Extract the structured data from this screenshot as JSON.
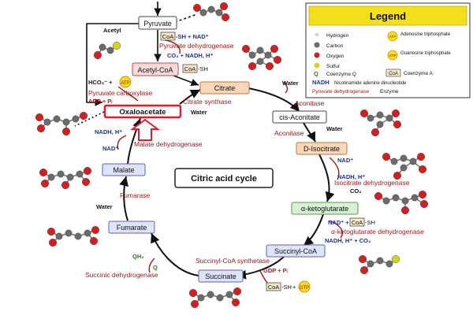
{
  "title": "Citric acid cycle",
  "legend": {
    "title": "Legend",
    "items": [
      {
        "key": "hydrogen",
        "label": "Hydrogen"
      },
      {
        "key": "carbon",
        "label": "Carbon"
      },
      {
        "key": "oxygen",
        "label": "Oxygen"
      },
      {
        "key": "sulfur",
        "label": "Sulfur"
      },
      {
        "key": "q",
        "symbol": "Q",
        "label": "Coenzyme Q"
      },
      {
        "key": "nadh",
        "symbol": "NADH",
        "label": "Nicotinamide adenine dinucleotide"
      },
      {
        "key": "enzyme",
        "symbol": "Pyruvate dehydrogenase",
        "label": "Enzyme"
      },
      {
        "key": "atp",
        "symbol": "ATP",
        "label": "Adenosine triphosphate"
      },
      {
        "key": "gtp",
        "symbol": "GTP",
        "label": "Guanosine triphosphate"
      },
      {
        "key": "coa",
        "symbol": "CoA",
        "label": "Coenzyme A"
      }
    ]
  },
  "metabolites": {
    "pyruvate": "Pyruvate",
    "acetyl_coa": "Acetyl-CoA",
    "citrate": "Citrate",
    "cis_aconitate": "cis-Aconitate",
    "d_isocitrate": "D-Isocitrate",
    "alpha_ketoglutarate": "α-ketoglutarate",
    "succinyl_coa": "Succinyl-CoA",
    "succinate": "Succinate",
    "fumarate": "Fumarate",
    "malate": "Malate",
    "oxaloacetate": "Oxaloacetate"
  },
  "enzymes": {
    "pyruvate_dehydrogenase": "Pyruvate dehydrogenase",
    "pyruvate_carboxylase": "Pyruvate carboxylase",
    "citrate_synthase": "Citrate synthase",
    "aconitase_1": "Aconitase",
    "aconitase_2": "Aconitase",
    "isocitrate_dehydrogenase": "Isocitrate dehydrogenase",
    "akg_dehydrogenase": "α-ketoglutarate dehydrogenase",
    "succinyl_coa_synthetase": "Succinyl-CoA synthetase",
    "succinic_dehydrogenase": "Succinic dehydrogenase",
    "fumarase": "Fumarase",
    "malate_dehydrogenase": "Malate dehydrogenase"
  },
  "cofactors": {
    "acetyl": "Acetyl",
    "coa": "CoA",
    "sh": "SH",
    "coa_sh_nad": "-SH + NAD⁺",
    "co2_nadh_h": "CO₂ + NADH, H⁺",
    "sh_suffix": "-SH",
    "hco3": "HCO₃⁻ +",
    "atp": "ATP",
    "adp_pi": "ADP + Pᵢ",
    "water": "Water",
    "nadh_h": "NADH, H⁺",
    "nad": "NAD⁺",
    "co2": "CO₂",
    "nad_plus": "NAD⁺ +",
    "nadh_h_co2": "NADH, H⁺ + CO₂",
    "gdp_pi": "GDP + Pᵢ",
    "gtp": "GTP",
    "qh2": "QH₂",
    "q": "Q",
    "plus": "+"
  },
  "colors": {
    "node_blue": "#dfe3fb",
    "node_orange": "#fbd7b8",
    "node_green": "#d8f0d4",
    "node_pink": "#f8dcdc",
    "enzyme_red": "#a4161a",
    "nad_blue": "#1f2f9a",
    "highlight": "#e01b2f",
    "legend_header": "#f5de1a",
    "atom_red": "#d21f1f",
    "atom_gray": "#6b6b6b"
  }
}
